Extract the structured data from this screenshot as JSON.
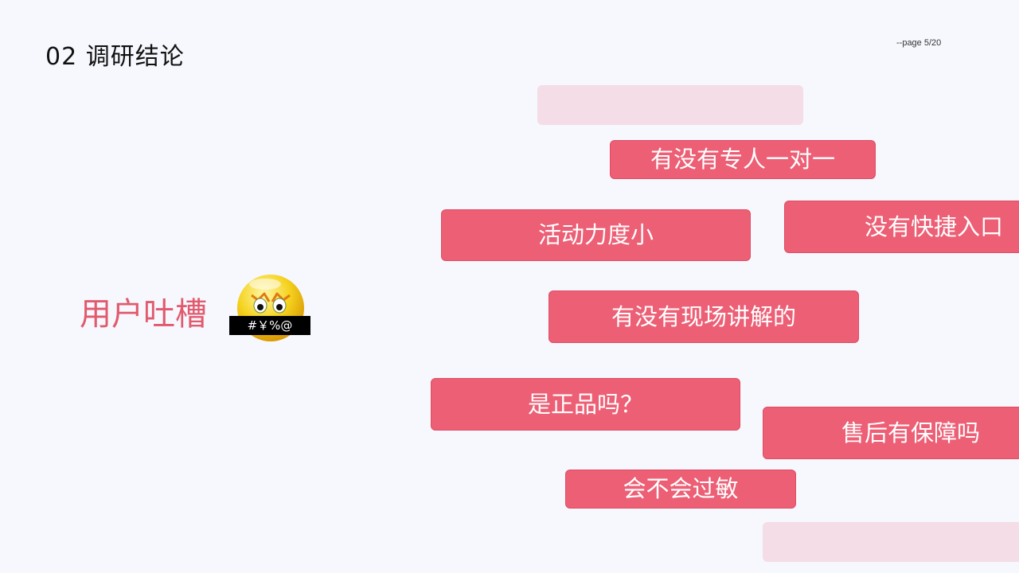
{
  "header": {
    "title": "02 调研结论",
    "page_indicator": "--page 5/20"
  },
  "main": {
    "heading": "用户吐槽",
    "emoji": {
      "icon": "angry-emoji-icon",
      "censor_text": "#￥%@"
    },
    "complaints": [
      "有没有专人一对一",
      "活动力度小",
      "没有快捷入口",
      "有没有现场讲解的",
      "是正品吗？",
      "售后有保障吗",
      "会不会过敏"
    ]
  },
  "colors": {
    "accent": "#ec5f75",
    "heading": "#e15a6e",
    "ghost": "#f4dde6",
    "background": "#f6f8fd"
  }
}
